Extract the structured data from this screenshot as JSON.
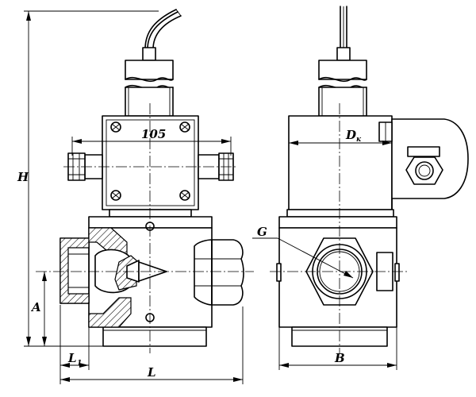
{
  "dimensions": {
    "height_label": "H",
    "axis_height_label": "A",
    "length_label": "L",
    "thread_length_label": "L",
    "thread_length_sub": "1",
    "width_label": "B",
    "body_dia_label": "D",
    "body_dia_sub": "к",
    "box_width_label": "105",
    "thread_label": "G"
  },
  "colors": {
    "line": "#000000",
    "background": "#ffffff"
  }
}
